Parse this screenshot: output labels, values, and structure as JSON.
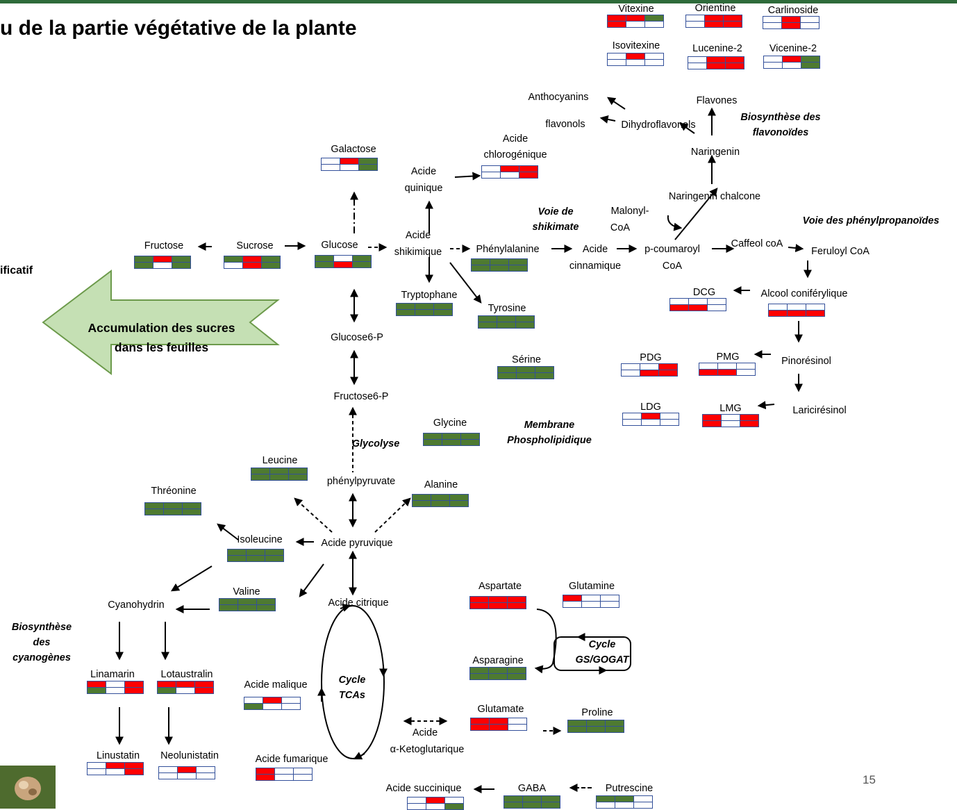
{
  "title": "u de la partie végétative de la plante",
  "left_cut_text": "ificatif",
  "accumulation_text": [
    "Accumulation des sucres",
    "dans les feuilles"
  ],
  "page_number": "15",
  "colors": {
    "red": "#ff0000",
    "green": "#4e7a31",
    "border": "#33509a",
    "arrow_fill": "#c5e0b4",
    "arrow_border": "#6c9a4b"
  },
  "section_labels": [
    {
      "id": "shikimate",
      "lines": [
        "Voie de",
        "shikimate"
      ]
    },
    {
      "id": "flavonoides",
      "lines": [
        "Biosynthèse des",
        "flavonoïdes"
      ]
    },
    {
      "id": "phenylpropanoides",
      "lines": [
        "Voie des phénylpropanoïdes"
      ]
    },
    {
      "id": "glycolyse",
      "lines": [
        "Glycolyse"
      ]
    },
    {
      "id": "membrane",
      "lines": [
        "Membrane",
        "Phospholipidique"
      ]
    },
    {
      "id": "cyanogenes",
      "lines": [
        "Biosynthèse",
        "des",
        "cyanogènes"
      ]
    },
    {
      "id": "tcas",
      "lines": [
        "Cycle",
        "TCAs"
      ]
    },
    {
      "id": "gsgogat",
      "lines": [
        "Cycle",
        "GS/GOGAT"
      ]
    }
  ],
  "labels": [
    {
      "id": "vitexine",
      "text": "Vitexine"
    },
    {
      "id": "orientine",
      "text": "Orientine"
    },
    {
      "id": "carlinoside",
      "text": "Carlinoside"
    },
    {
      "id": "isovitexine",
      "text": "Isovitexine"
    },
    {
      "id": "lucenine",
      "text": "Lucenine-2"
    },
    {
      "id": "vicenine",
      "text": "Vicenine-2"
    },
    {
      "id": "anthocyanins",
      "text": "Anthocyanins"
    },
    {
      "id": "flavones",
      "text": "Flavones"
    },
    {
      "id": "flavonols",
      "text": "flavonols"
    },
    {
      "id": "dihydroflavonols",
      "text": "Dihydroflavonols"
    },
    {
      "id": "naringenin",
      "text": "Naringenin"
    },
    {
      "id": "acide-chlorogenique-1",
      "text": "Acide"
    },
    {
      "id": "acide-chlorogenique-2",
      "text": "chlorogénique"
    },
    {
      "id": "galactose",
      "text": "Galactose"
    },
    {
      "id": "acide-quinique-1",
      "text": "Acide"
    },
    {
      "id": "acide-quinique-2",
      "text": "quinique"
    },
    {
      "id": "naringenin-chalcone",
      "text": "Naringenin chalcone"
    },
    {
      "id": "malonyl-1",
      "text": "Malonyl-"
    },
    {
      "id": "malonyl-2",
      "text": "CoA"
    },
    {
      "id": "fructose",
      "text": "Fructose"
    },
    {
      "id": "sucrose",
      "text": "Sucrose"
    },
    {
      "id": "glucose",
      "text": "Glucose"
    },
    {
      "id": "acide-shikimique-1",
      "text": "Acide"
    },
    {
      "id": "acide-shikimique-2",
      "text": "shikimique"
    },
    {
      "id": "phenylalanine",
      "text": "Phénylalanine"
    },
    {
      "id": "acide-cinnamique-1",
      "text": "Acide"
    },
    {
      "id": "acide-cinnamique-2",
      "text": "cinnamique"
    },
    {
      "id": "p-coumaroyl-1",
      "text": "p-coumaroyl"
    },
    {
      "id": "p-coumaroyl-2",
      "text": "CoA"
    },
    {
      "id": "caffeol",
      "text": "Caffeol coA"
    },
    {
      "id": "feruloyl",
      "text": "Feruloyl CoA"
    },
    {
      "id": "tryptophane",
      "text": "Tryptophane"
    },
    {
      "id": "tyrosine",
      "text": "Tyrosine"
    },
    {
      "id": "dcg",
      "text": "DCG"
    },
    {
      "id": "alcool",
      "text": "Alcool coniférylique"
    },
    {
      "id": "glucose6p",
      "text": "Glucose6-P"
    },
    {
      "id": "serine",
      "text": "Sérine"
    },
    {
      "id": "pdg",
      "text": "PDG"
    },
    {
      "id": "pmg",
      "text": "PMG"
    },
    {
      "id": "pinoresinol",
      "text": "Pinorésinol"
    },
    {
      "id": "fructose6p",
      "text": "Fructose6-P"
    },
    {
      "id": "ldg",
      "text": "LDG"
    },
    {
      "id": "lmg",
      "text": "LMG"
    },
    {
      "id": "lariciresinol",
      "text": "Laricirésinol"
    },
    {
      "id": "glycine",
      "text": "Glycine"
    },
    {
      "id": "leucine",
      "text": "Leucine"
    },
    {
      "id": "phenylpyruvate",
      "text": "phénylpyruvate"
    },
    {
      "id": "alanine",
      "text": "Alanine"
    },
    {
      "id": "threonine",
      "text": "Thréonine"
    },
    {
      "id": "isoleucine",
      "text": "Isoleucine"
    },
    {
      "id": "acide-pyruvique",
      "text": "Acide pyruvique"
    },
    {
      "id": "cyanohydrin",
      "text": "Cyanohydrin"
    },
    {
      "id": "valine",
      "text": "Valine"
    },
    {
      "id": "acide-citrique",
      "text": "Acide citrique"
    },
    {
      "id": "aspartate",
      "text": "Aspartate"
    },
    {
      "id": "glutamine",
      "text": "Glutamine"
    },
    {
      "id": "asparagine",
      "text": "Asparagine"
    },
    {
      "id": "linamarin",
      "text": "Linamarin"
    },
    {
      "id": "lotaustralin",
      "text": "Lotaustralin"
    },
    {
      "id": "acide-malique",
      "text": "Acide malique"
    },
    {
      "id": "glutamate",
      "text": "Glutamate"
    },
    {
      "id": "proline",
      "text": "Proline"
    },
    {
      "id": "acide-ketoglutarique-1",
      "text": "Acide"
    },
    {
      "id": "acide-ketoglutarique-2",
      "text": "α-Ketoglutarique"
    },
    {
      "id": "linustatin",
      "text": "Linustatin"
    },
    {
      "id": "neolunistatin",
      "text": "Neolunistatin"
    },
    {
      "id": "acide-fumarique",
      "text": "Acide fumarique"
    },
    {
      "id": "acide-succinique",
      "text": "Acide succinique"
    },
    {
      "id": "gaba",
      "text": "GABA"
    },
    {
      "id": "putrescine",
      "text": "Putrescine"
    }
  ],
  "grids": [
    {
      "id": "vitexine",
      "cells": [
        "r",
        "r",
        "g",
        "r",
        "w",
        "w"
      ]
    },
    {
      "id": "orientine",
      "cells": [
        "w",
        "r",
        "r",
        "w",
        "r",
        "r"
      ]
    },
    {
      "id": "carlinoside",
      "cells": [
        "w",
        "r",
        "w",
        "w",
        "r",
        "w"
      ]
    },
    {
      "id": "isovitexine",
      "cells": [
        "w",
        "r",
        "w",
        "w",
        "w",
        "w"
      ]
    },
    {
      "id": "lucenine",
      "cells": [
        "w",
        "r",
        "r",
        "w",
        "r",
        "r"
      ]
    },
    {
      "id": "vicenine",
      "cells": [
        "w",
        "r",
        "g",
        "w",
        "w",
        "g"
      ]
    },
    {
      "id": "acide-chlorogenique",
      "cells": [
        "w",
        "r",
        "r",
        "w",
        "w",
        "r"
      ]
    },
    {
      "id": "galactose",
      "cells": [
        "w",
        "r",
        "g",
        "w",
        "w",
        "g"
      ]
    },
    {
      "id": "fructose",
      "cells": [
        "g",
        "r",
        "g",
        "g",
        "w",
        "g"
      ]
    },
    {
      "id": "sucrose",
      "cells": [
        "g",
        "r",
        "g",
        "w",
        "r",
        "g"
      ]
    },
    {
      "id": "glucose",
      "cells": [
        "g",
        "w",
        "g",
        "g",
        "r",
        "g"
      ]
    },
    {
      "id": "phenylalanine",
      "cells": [
        "g",
        "g",
        "g",
        "g",
        "g",
        "g"
      ]
    },
    {
      "id": "tryptophane",
      "cells": [
        "g",
        "g",
        "g",
        "g",
        "g",
        "g"
      ]
    },
    {
      "id": "tyrosine",
      "cells": [
        "g",
        "g",
        "g",
        "g",
        "g",
        "g"
      ]
    },
    {
      "id": "dcg",
      "cells": [
        "w",
        "w",
        "w",
        "r",
        "r",
        "w"
      ]
    },
    {
      "id": "alcool",
      "cells": [
        "w",
        "w",
        "w",
        "r",
        "r",
        "r"
      ]
    },
    {
      "id": "serine",
      "cells": [
        "g",
        "g",
        "g",
        "g",
        "g",
        "g"
      ]
    },
    {
      "id": "pdg",
      "cells": [
        "w",
        "w",
        "r",
        "w",
        "r",
        "r"
      ]
    },
    {
      "id": "pmg",
      "cells": [
        "w",
        "w",
        "w",
        "r",
        "r",
        "w"
      ]
    },
    {
      "id": "ldg",
      "cells": [
        "w",
        "r",
        "w",
        "w",
        "w",
        "w"
      ]
    },
    {
      "id": "lmg",
      "cells": [
        "r",
        "w",
        "r",
        "r",
        "w",
        "r"
      ]
    },
    {
      "id": "glycine",
      "cells": [
        "g",
        "g",
        "g",
        "g",
        "g",
        "g"
      ]
    },
    {
      "id": "leucine",
      "cells": [
        "g",
        "g",
        "g",
        "g",
        "g",
        "g"
      ]
    },
    {
      "id": "alanine",
      "cells": [
        "g",
        "g",
        "g",
        "g",
        "g",
        "g"
      ]
    },
    {
      "id": "threonine",
      "cells": [
        "g",
        "g",
        "g",
        "g",
        "g",
        "g"
      ]
    },
    {
      "id": "isoleucine",
      "cells": [
        "g",
        "g",
        "g",
        "g",
        "g",
        "g"
      ]
    },
    {
      "id": "valine",
      "cells": [
        "g",
        "g",
        "g",
        "g",
        "g",
        "g"
      ]
    },
    {
      "id": "aspartate",
      "cells": [
        "r",
        "r",
        "r",
        "r",
        "r",
        "r"
      ]
    },
    {
      "id": "glutamine",
      "cells": [
        "r",
        "w",
        "w",
        "w",
        "w",
        "w"
      ]
    },
    {
      "id": "asparagine",
      "cells": [
        "g",
        "g",
        "g",
        "g",
        "g",
        "g"
      ]
    },
    {
      "id": "linamarin",
      "cells": [
        "r",
        "w",
        "r",
        "g",
        "w",
        "r"
      ]
    },
    {
      "id": "lotaustralin",
      "cells": [
        "r",
        "r",
        "r",
        "g",
        "w",
        "r"
      ]
    },
    {
      "id": "acide-malique",
      "cells": [
        "w",
        "r",
        "w",
        "g",
        "w",
        "w"
      ]
    },
    {
      "id": "glutamate",
      "cells": [
        "r",
        "r",
        "w",
        "r",
        "r",
        "w"
      ]
    },
    {
      "id": "proline",
      "cells": [
        "g",
        "g",
        "g",
        "g",
        "g",
        "g"
      ]
    },
    {
      "id": "linustatin",
      "cells": [
        "w",
        "r",
        "r",
        "w",
        "w",
        "r"
      ]
    },
    {
      "id": "neolunistatin",
      "cells": [
        "w",
        "r",
        "w",
        "w",
        "w",
        "w"
      ]
    },
    {
      "id": "acide-fumarique",
      "cells": [
        "r",
        "w",
        "w",
        "r",
        "w",
        "w"
      ]
    },
    {
      "id": "acide-succinique",
      "cells": [
        "w",
        "r",
        "w",
        "w",
        "w",
        "g"
      ]
    },
    {
      "id": "gaba",
      "cells": [
        "g",
        "g",
        "g",
        "g",
        "g",
        "g"
      ]
    },
    {
      "id": "putrescine",
      "cells": [
        "g",
        "g",
        "w",
        "w",
        "w",
        "w"
      ]
    }
  ]
}
